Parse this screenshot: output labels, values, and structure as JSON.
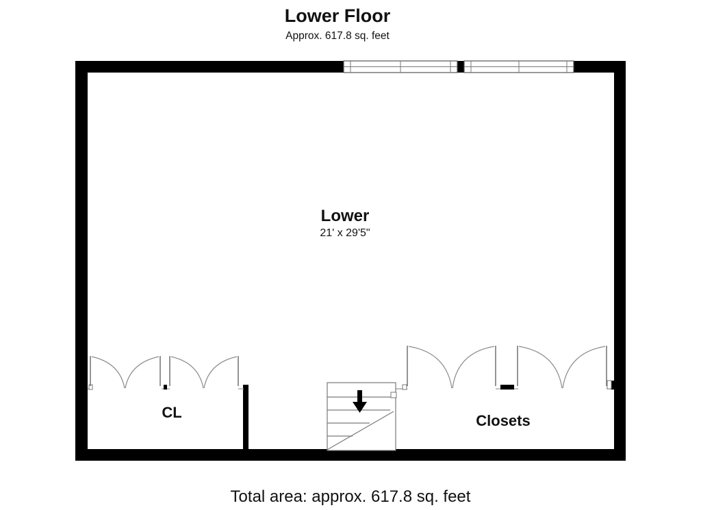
{
  "floor": {
    "title": "Lower Floor",
    "area_label": "Approx. 617.8 sq. feet"
  },
  "rooms": {
    "lower": {
      "name": "Lower",
      "dimensions": "21' x 29'5\""
    },
    "cl": {
      "name": "CL"
    },
    "closets": {
      "name": "Closets"
    }
  },
  "footer": {
    "total_area": "Total area: approx. 617.8 sq. feet"
  },
  "colors": {
    "wall": "#000000",
    "background": "#ffffff",
    "fixture_stroke": "#888888"
  },
  "symbols": {
    "stairs_arrow": "down-arrow-icon"
  }
}
